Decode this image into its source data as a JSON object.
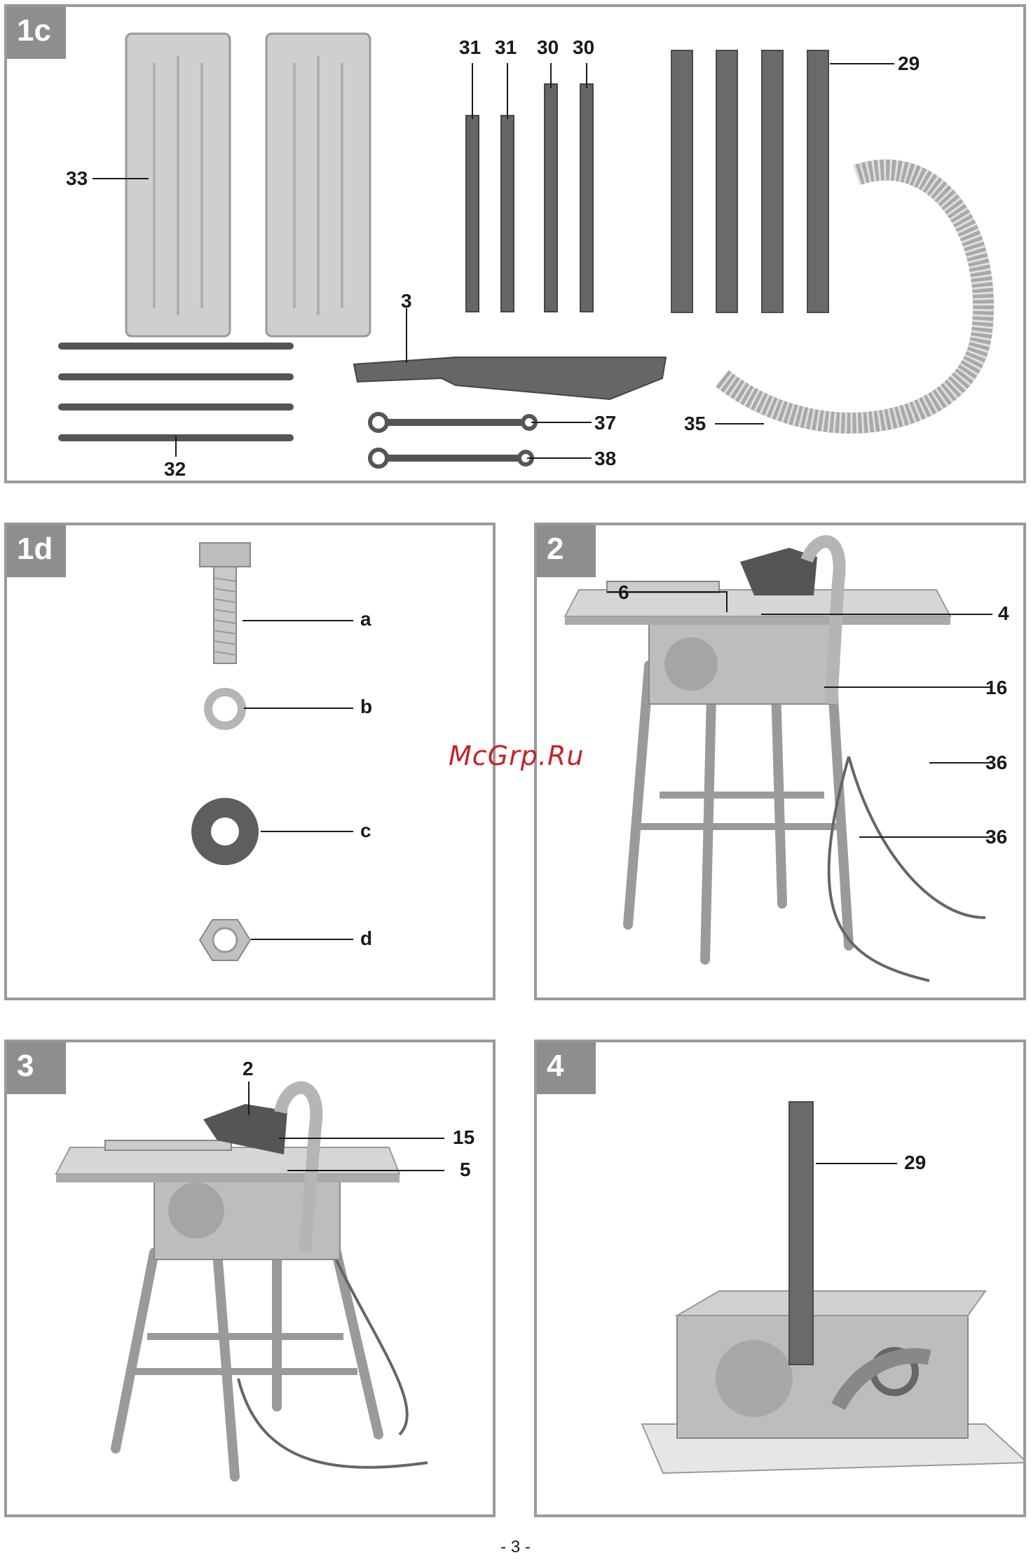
{
  "watermark": "McGrp.Ru",
  "footer": "- 3 -",
  "panels": {
    "p1c": {
      "tag": "1c",
      "labels": {
        "l33": "33",
        "l31a": "31",
        "l31b": "31",
        "l30a": "30",
        "l30b": "30",
        "l29": "29",
        "l3": "3",
        "l32": "32",
        "l37": "37",
        "l38": "38",
        "l35": "35"
      }
    },
    "p1d": {
      "tag": "1d",
      "labels": {
        "la": "a",
        "lb": "b",
        "lc": "c",
        "ld": "d"
      }
    },
    "p2": {
      "tag": "2",
      "labels": {
        "l6": "6",
        "l4": "4",
        "l16": "16",
        "l36a": "36",
        "l36b": "36"
      }
    },
    "p3": {
      "tag": "3",
      "labels": {
        "l2": "2",
        "l15": "15",
        "l5": "5"
      }
    },
    "p4": {
      "tag": "4",
      "labels": {
        "l29": "29"
      }
    }
  },
  "colors": {
    "frame": "#9a9a9a",
    "tag_bg": "#8e8e8e",
    "part_dark": "#555555",
    "part_light": "#cfcfcf",
    "watermark": "#c4232a"
  }
}
